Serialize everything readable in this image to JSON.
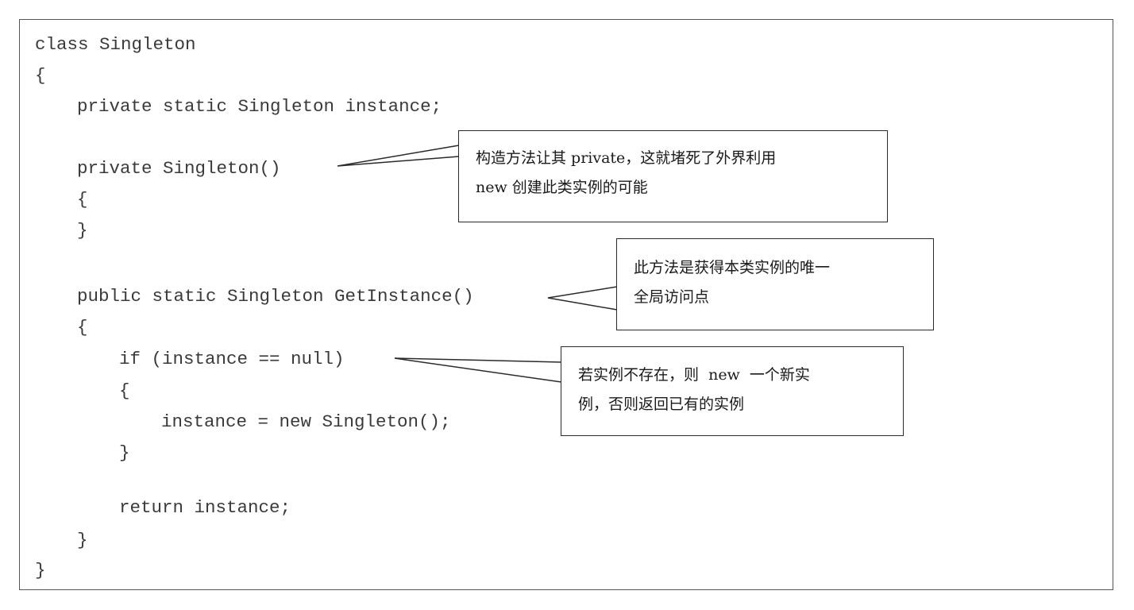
{
  "code": [
    {
      "text": "class Singleton"
    },
    {
      "text": "{"
    },
    {
      "text": "private static Singleton instance;"
    },
    {
      "text": "private Singleton()"
    },
    {
      "text": "{"
    },
    {
      "text": "}"
    },
    {
      "text": "public static Singleton GetInstance()"
    },
    {
      "text": "{"
    },
    {
      "text": "if (instance == null)"
    },
    {
      "text": "{"
    },
    {
      "text": "instance = new Singleton();"
    },
    {
      "text": "}"
    },
    {
      "text": "return instance;"
    },
    {
      "text": "}"
    },
    {
      "text": "}"
    }
  ],
  "callouts": [
    {
      "lines": [
        "构造方法让其 private，这就堵死了外界利用",
        "new 创建此类实例的可能"
      ]
    },
    {
      "lines": [
        "此方法是获得本类实例的唯一",
        "全局访问点"
      ]
    },
    {
      "lines": [
        "若实例不存在，则  new  一个新实",
        "例，否则返回已有的实例"
      ]
    }
  ],
  "colors": {
    "code_text": "#3a3a3a",
    "callout_border": "#2a2a2a",
    "frame_border": "#555555",
    "background": "#ffffff"
  }
}
